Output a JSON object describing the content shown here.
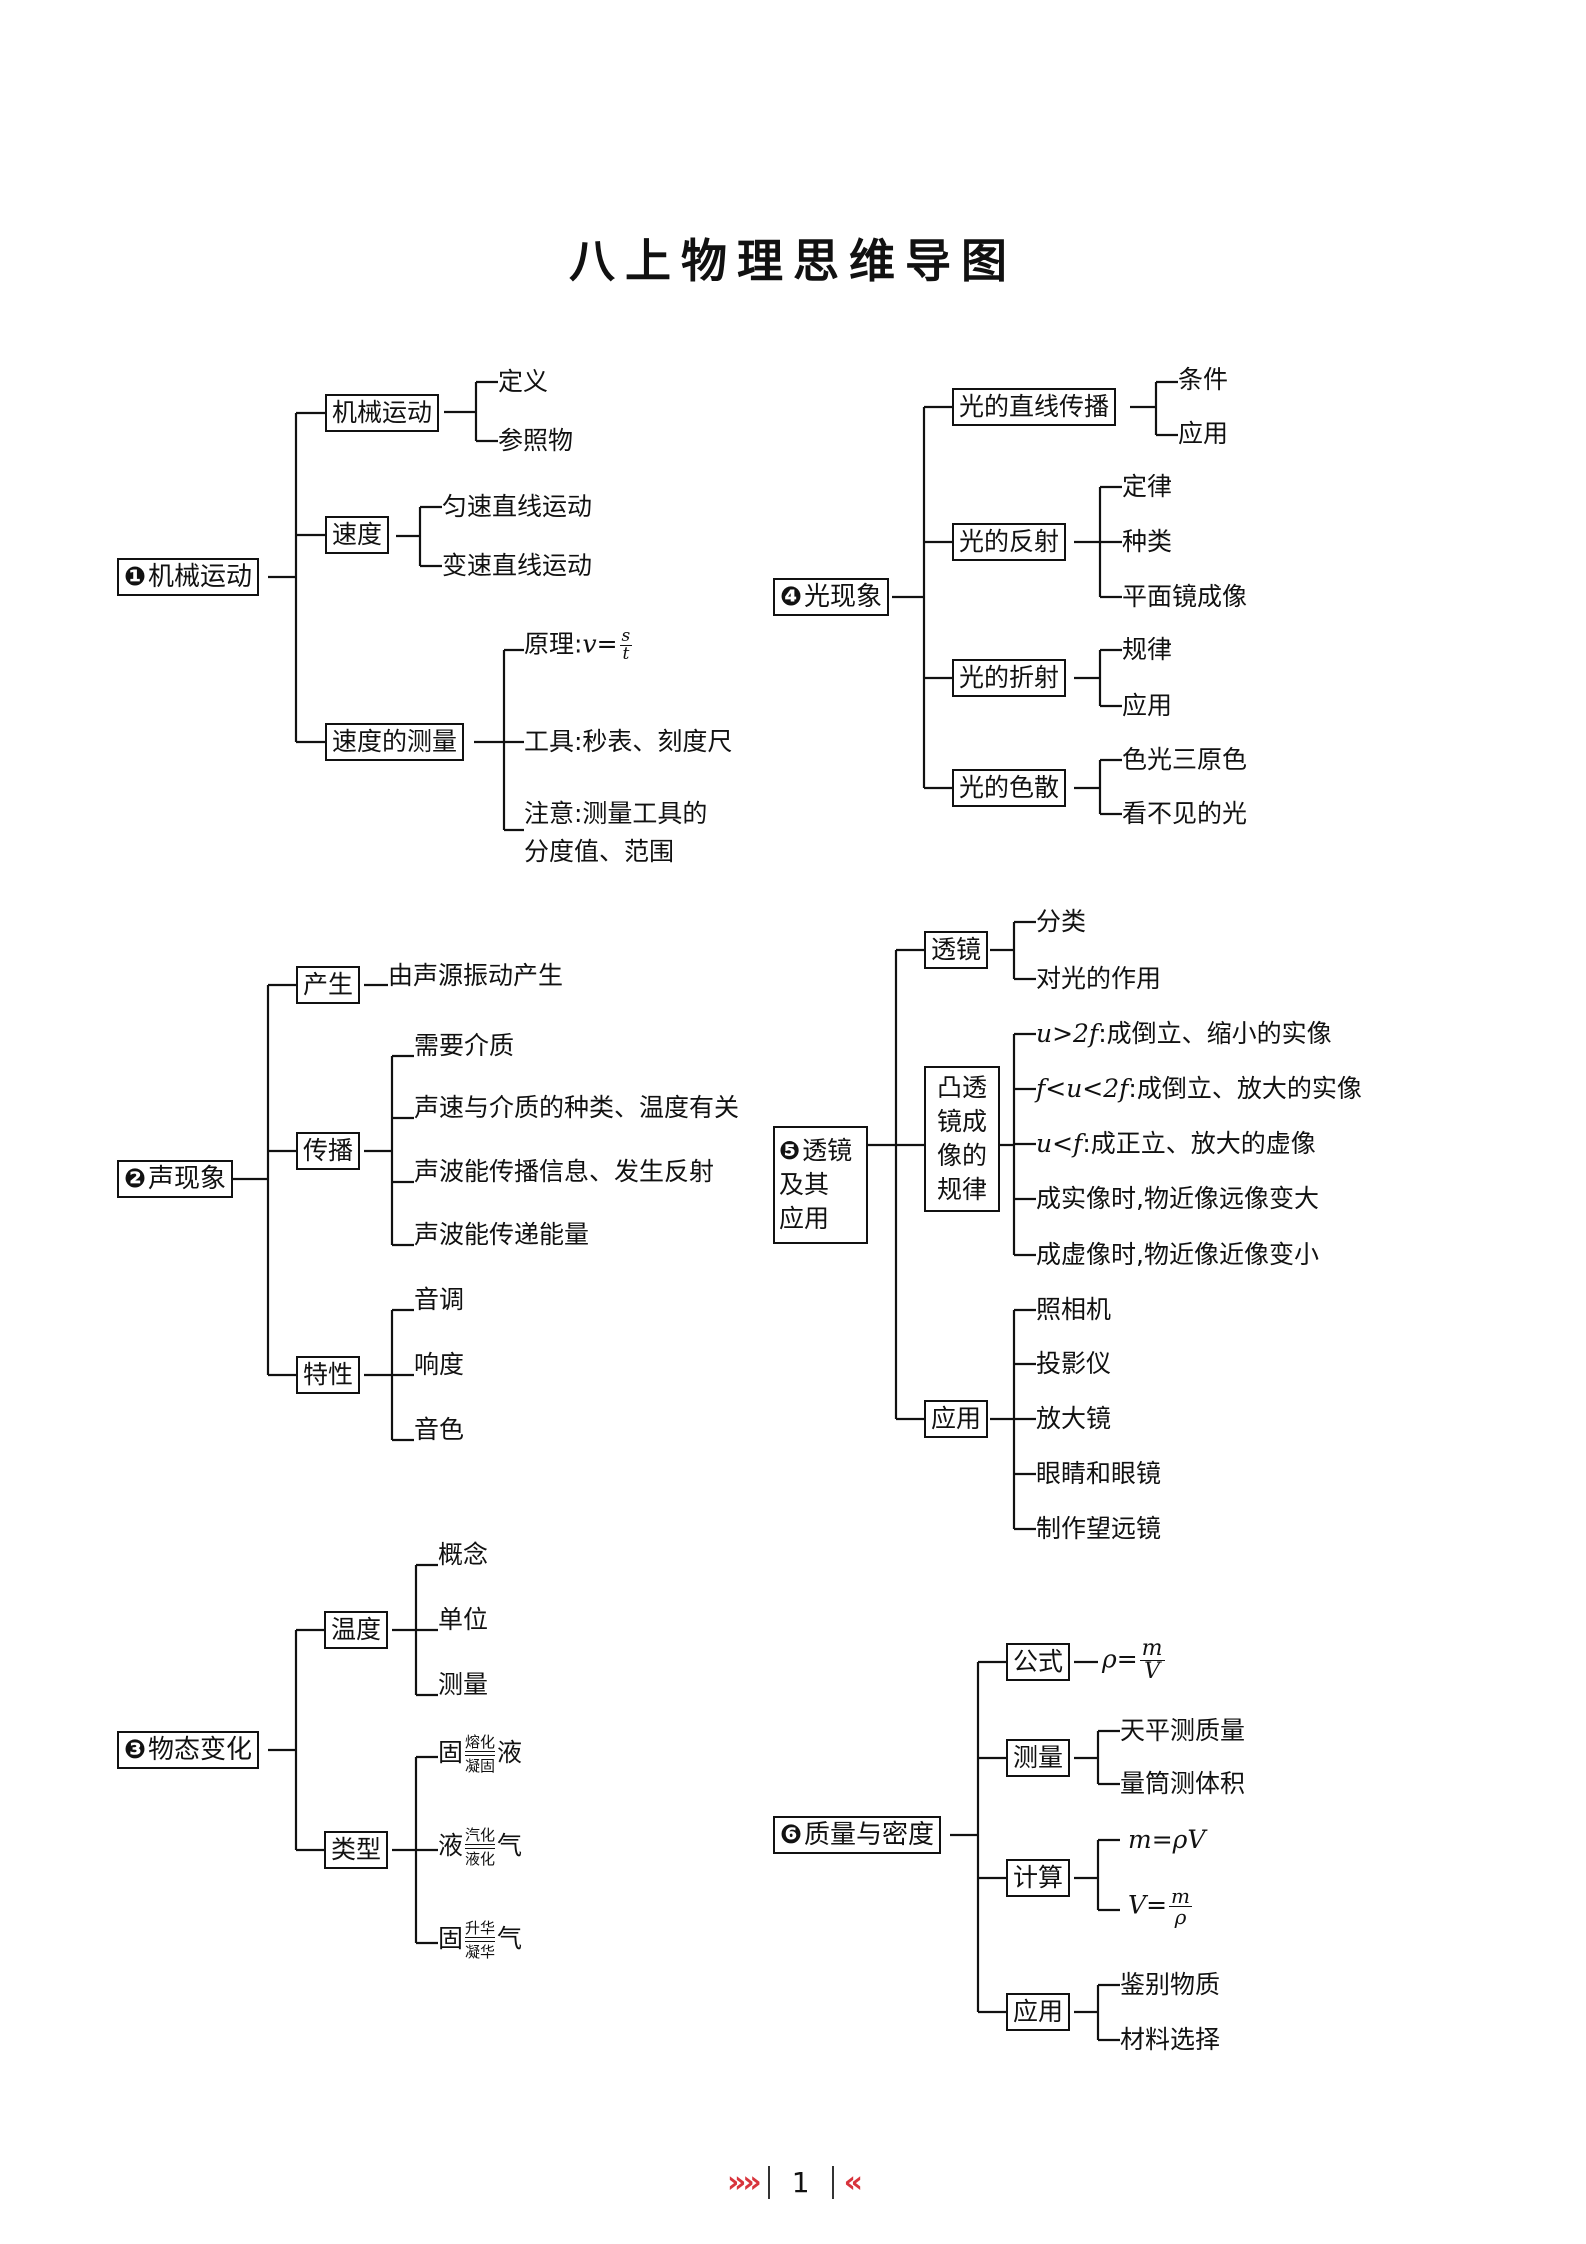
{
  "title": "八上物理思维导图",
  "page_number": "1",
  "footer_left": "»»",
  "footer_right": "«",
  "s1": {
    "num": "❶",
    "title": "机械运动",
    "a": {
      "label": "机械运动",
      "items": [
        "定义",
        "参照物"
      ]
    },
    "b": {
      "label": "速度",
      "items": [
        "匀速直线运动",
        "变速直线运动"
      ]
    },
    "c": {
      "label": "速度的测量",
      "formula_prefix": "原理:",
      "formula_lhs": "v",
      "formula_eq": "=",
      "formula_num": "s",
      "formula_den": "t",
      "tool": "工具:秒表、刻度尺",
      "note1": "注意:测量工具的",
      "note2": "分度值、范围"
    }
  },
  "s2": {
    "num": "❷",
    "title": "声现象",
    "a": {
      "label": "产生",
      "items": [
        "由声源振动产生"
      ]
    },
    "b": {
      "label": "传播",
      "items": [
        "需要介质",
        "声速与介质的种类、温度有关",
        "声波能传播信息、发生反射",
        "声波能传递能量"
      ]
    },
    "c": {
      "label": "特性",
      "items": [
        "音调",
        "响度",
        "音色"
      ]
    }
  },
  "s3": {
    "num": "❸",
    "title": "物态变化",
    "a": {
      "label": "温度",
      "items": [
        "概念",
        "单位",
        "测量"
      ]
    },
    "b": {
      "label": "类型",
      "rows": [
        {
          "from": "固",
          "up": "熔化",
          "down": "凝固",
          "to": "液"
        },
        {
          "from": "液",
          "up": "汽化",
          "down": "液化",
          "to": "气"
        },
        {
          "from": "固",
          "up": "升华",
          "down": "凝华",
          "to": "气"
        }
      ]
    }
  },
  "s4": {
    "num": "❹",
    "title": "光现象",
    "a": {
      "label": "光的直线传播",
      "items": [
        "条件",
        "应用"
      ]
    },
    "b": {
      "label": "光的反射",
      "items": [
        "定律",
        "种类",
        "平面镜成像"
      ]
    },
    "c": {
      "label": "光的折射",
      "items": [
        "规律",
        "应用"
      ]
    },
    "d": {
      "label": "光的色散",
      "items": [
        "色光三原色",
        "看不见的光"
      ]
    }
  },
  "s5": {
    "num": "❺",
    "title_l1": "透镜",
    "title_l2": "及其",
    "title_l3": "应用",
    "a": {
      "label": "透镜",
      "items": [
        "分类",
        "对光的作用"
      ]
    },
    "b": {
      "l1": "凸透",
      "l2": "镜成",
      "l3": "像的",
      "l4": "规律",
      "r1_math": "u>2f",
      "r1_text": ":成倒立、缩小的实像",
      "r2_math": "f<u<2f",
      "r2_text": ":成倒立、放大的实像",
      "r3_math": "u<f",
      "r3_text": ":成正立、放大的虚像",
      "r4": "成实像时,物近像远像变大",
      "r5": "成虚像时,物近像近像变小"
    },
    "c": {
      "label": "应用",
      "items": [
        "照相机",
        "投影仪",
        "放大镜",
        "眼睛和眼镜",
        "制作望远镜"
      ]
    }
  },
  "s6": {
    "num": "❻",
    "title": "质量与密度",
    "a": {
      "label": "公式",
      "lhs": "ρ",
      "eq": "=",
      "num": "m",
      "den": "V"
    },
    "b": {
      "label": "测量",
      "items": [
        "天平测质量",
        "量筒测体积"
      ]
    },
    "c": {
      "label": "计算",
      "f1": "m=ρV",
      "f2_lhs": "V",
      "f2_eq": "=",
      "f2_num": "m",
      "f2_den": "ρ"
    },
    "d": {
      "label": "应用",
      "items": [
        "鉴别物质",
        "材料选择"
      ]
    }
  }
}
